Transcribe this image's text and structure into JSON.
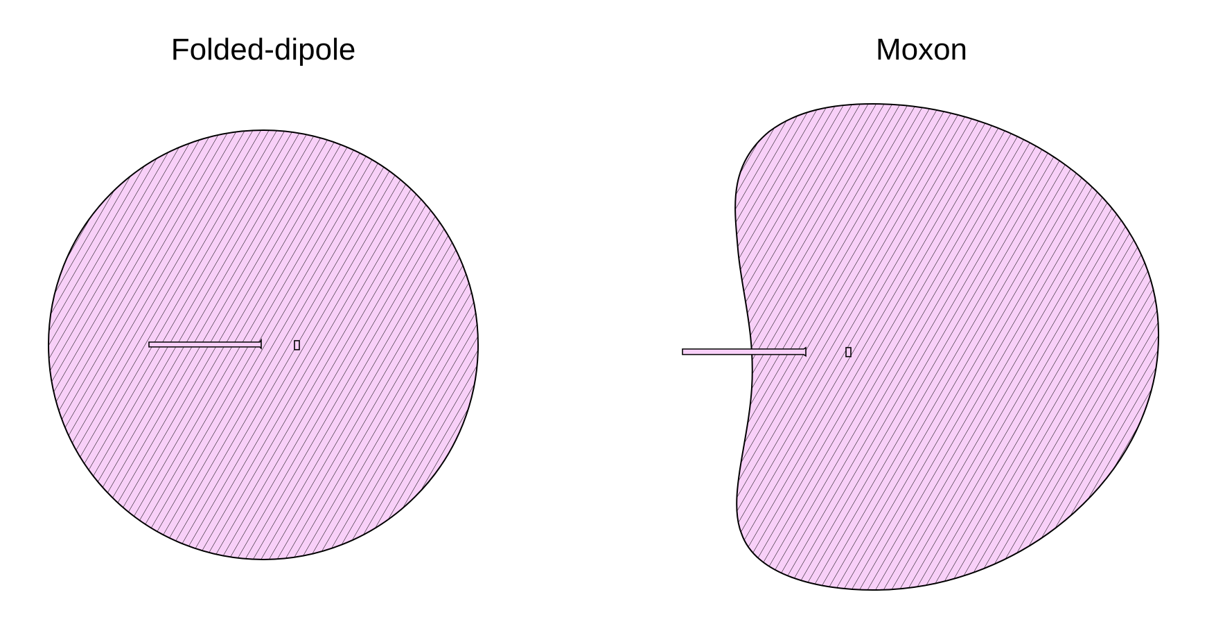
{
  "panels": [
    {
      "title": "Folded-dipole",
      "shape": "circle",
      "fill_color": "#f8d0f8",
      "hatch_color": "#000000",
      "outline_color": "#000000"
    },
    {
      "title": "Moxon",
      "shape": "kidney",
      "fill_color": "#f8d0f8",
      "hatch_color": "#000000",
      "outline_color": "#000000"
    }
  ]
}
